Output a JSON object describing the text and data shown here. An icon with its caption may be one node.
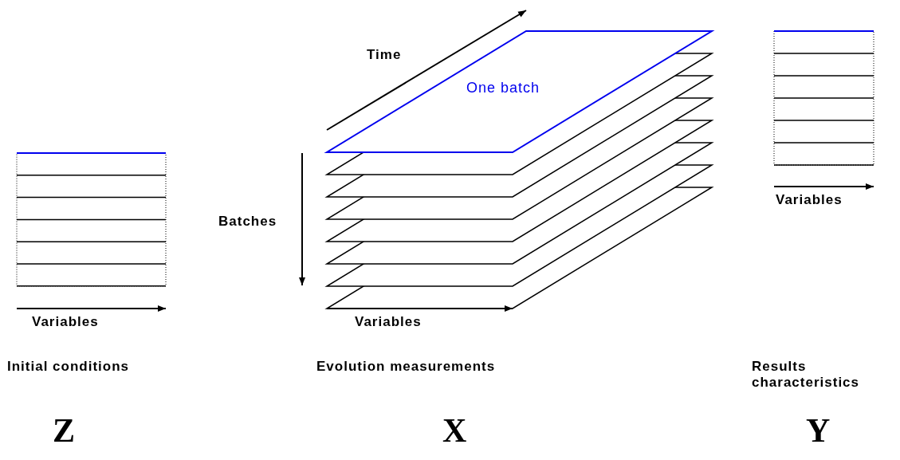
{
  "diagram": {
    "nodes": [
      {
        "text": [
          "One batch"
        ]
      }
    ],
    "labels": [
      "Time",
      "Batches",
      "Variables",
      "Variables",
      "Variables",
      "Initial conditions",
      "Evolution measurements",
      "Results characteristics",
      "Z",
      "X",
      "Y"
    ]
  }
}
